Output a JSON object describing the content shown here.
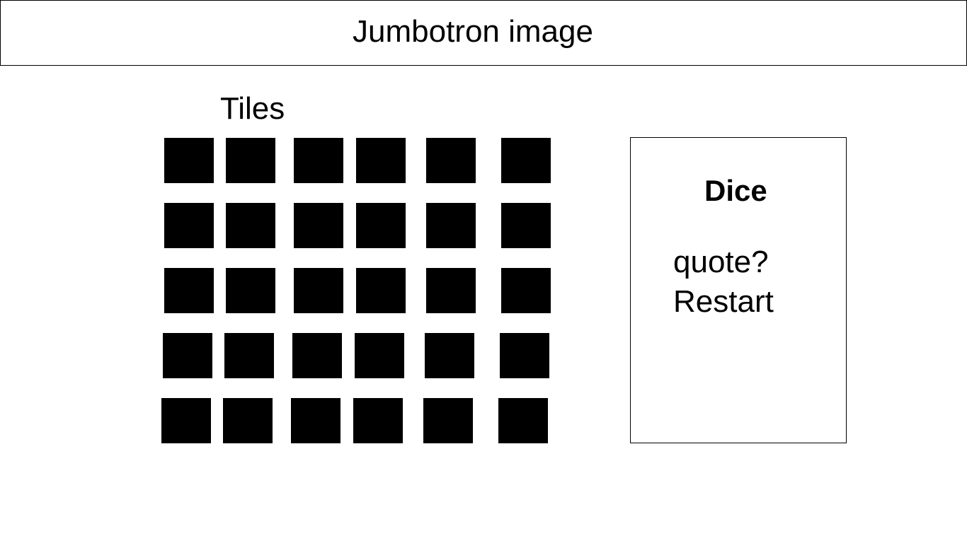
{
  "jumbotron": {
    "label": "Jumbotron image"
  },
  "tiles": {
    "heading": "Tiles",
    "rows": 5,
    "columns": 6
  },
  "panel": {
    "dice_label": "Dice",
    "quote_label": "quote?",
    "restart_label": "Restart"
  },
  "colors": {
    "tile": "#000000",
    "border": "#000000",
    "background": "#ffffff"
  }
}
